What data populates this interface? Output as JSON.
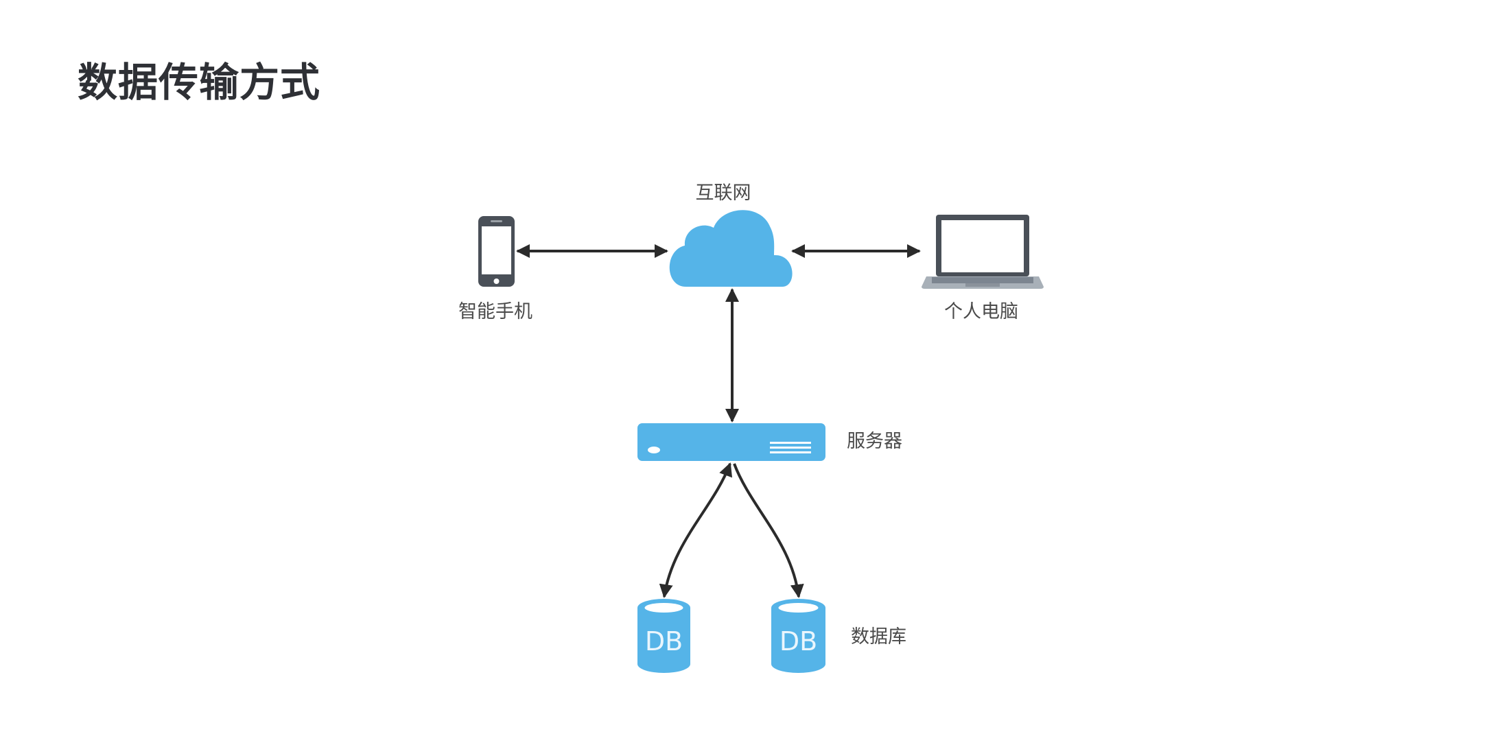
{
  "page": {
    "title": "数据传输方式"
  },
  "diagram": {
    "nodes": {
      "internet": {
        "label": "互联网",
        "icon": "cloud-icon"
      },
      "smartphone": {
        "label": "智能手机",
        "icon": "smartphone-icon"
      },
      "personal_computer": {
        "label": "个人电脑",
        "icon": "laptop-icon"
      },
      "server": {
        "label": "服务器",
        "icon": "server-icon"
      },
      "database": {
        "label": "数据库",
        "icon": "database-icon",
        "instances": [
          {
            "text": "DB"
          },
          {
            "text": "DB"
          }
        ]
      }
    },
    "edges": [
      {
        "from": "smartphone",
        "to": "internet",
        "direction": "bidirectional"
      },
      {
        "from": "internet",
        "to": "personal_computer",
        "direction": "bidirectional"
      },
      {
        "from": "internet",
        "to": "server",
        "direction": "bidirectional"
      },
      {
        "from": "server",
        "to": "database-1",
        "direction": "bidirectional"
      },
      {
        "from": "server",
        "to": "database-2",
        "direction": "bidirectional"
      }
    ],
    "colors": {
      "accent": "#55b4e8",
      "arrow": "#2b2b2b",
      "device_dark": "#4a5058",
      "label_text": "#4a4a4a",
      "title_text": "#2e3035"
    }
  }
}
